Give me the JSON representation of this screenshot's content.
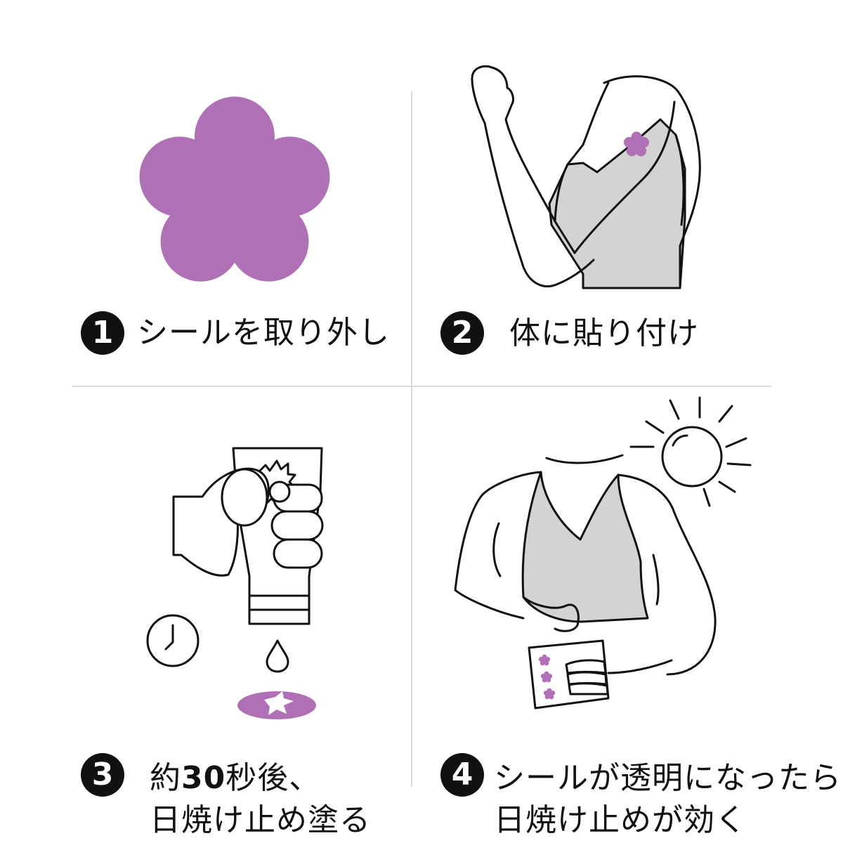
{
  "colors": {
    "accent_purple": "#b070b6",
    "garment_gray": "#d3d3d3",
    "ink": "#111111"
  },
  "steps": [
    {
      "number": "1",
      "lines": [
        "シールを取り外し"
      ]
    },
    {
      "number": "2",
      "lines": [
        "体に貼り付け"
      ]
    },
    {
      "number": "3",
      "line1_prefix": "約",
      "line1_bold": "30",
      "line1_suffix": "秒後、",
      "line2": "日焼け止め塗る"
    },
    {
      "number": "4",
      "lines": [
        "シールが透明になったら、",
        "日焼け止めが効く"
      ]
    }
  ],
  "icons": {
    "panel1": "flower-sticker-icon",
    "panel2": "raised-arm-with-sticker-icon",
    "panel3": [
      "sunscreen-tube-squeeze-icon",
      "clock-icon",
      "drop-icon",
      "flower-sticker-icon"
    ],
    "panel4": [
      "sun-icon",
      "torso-icon",
      "sticker-card-icon"
    ]
  }
}
